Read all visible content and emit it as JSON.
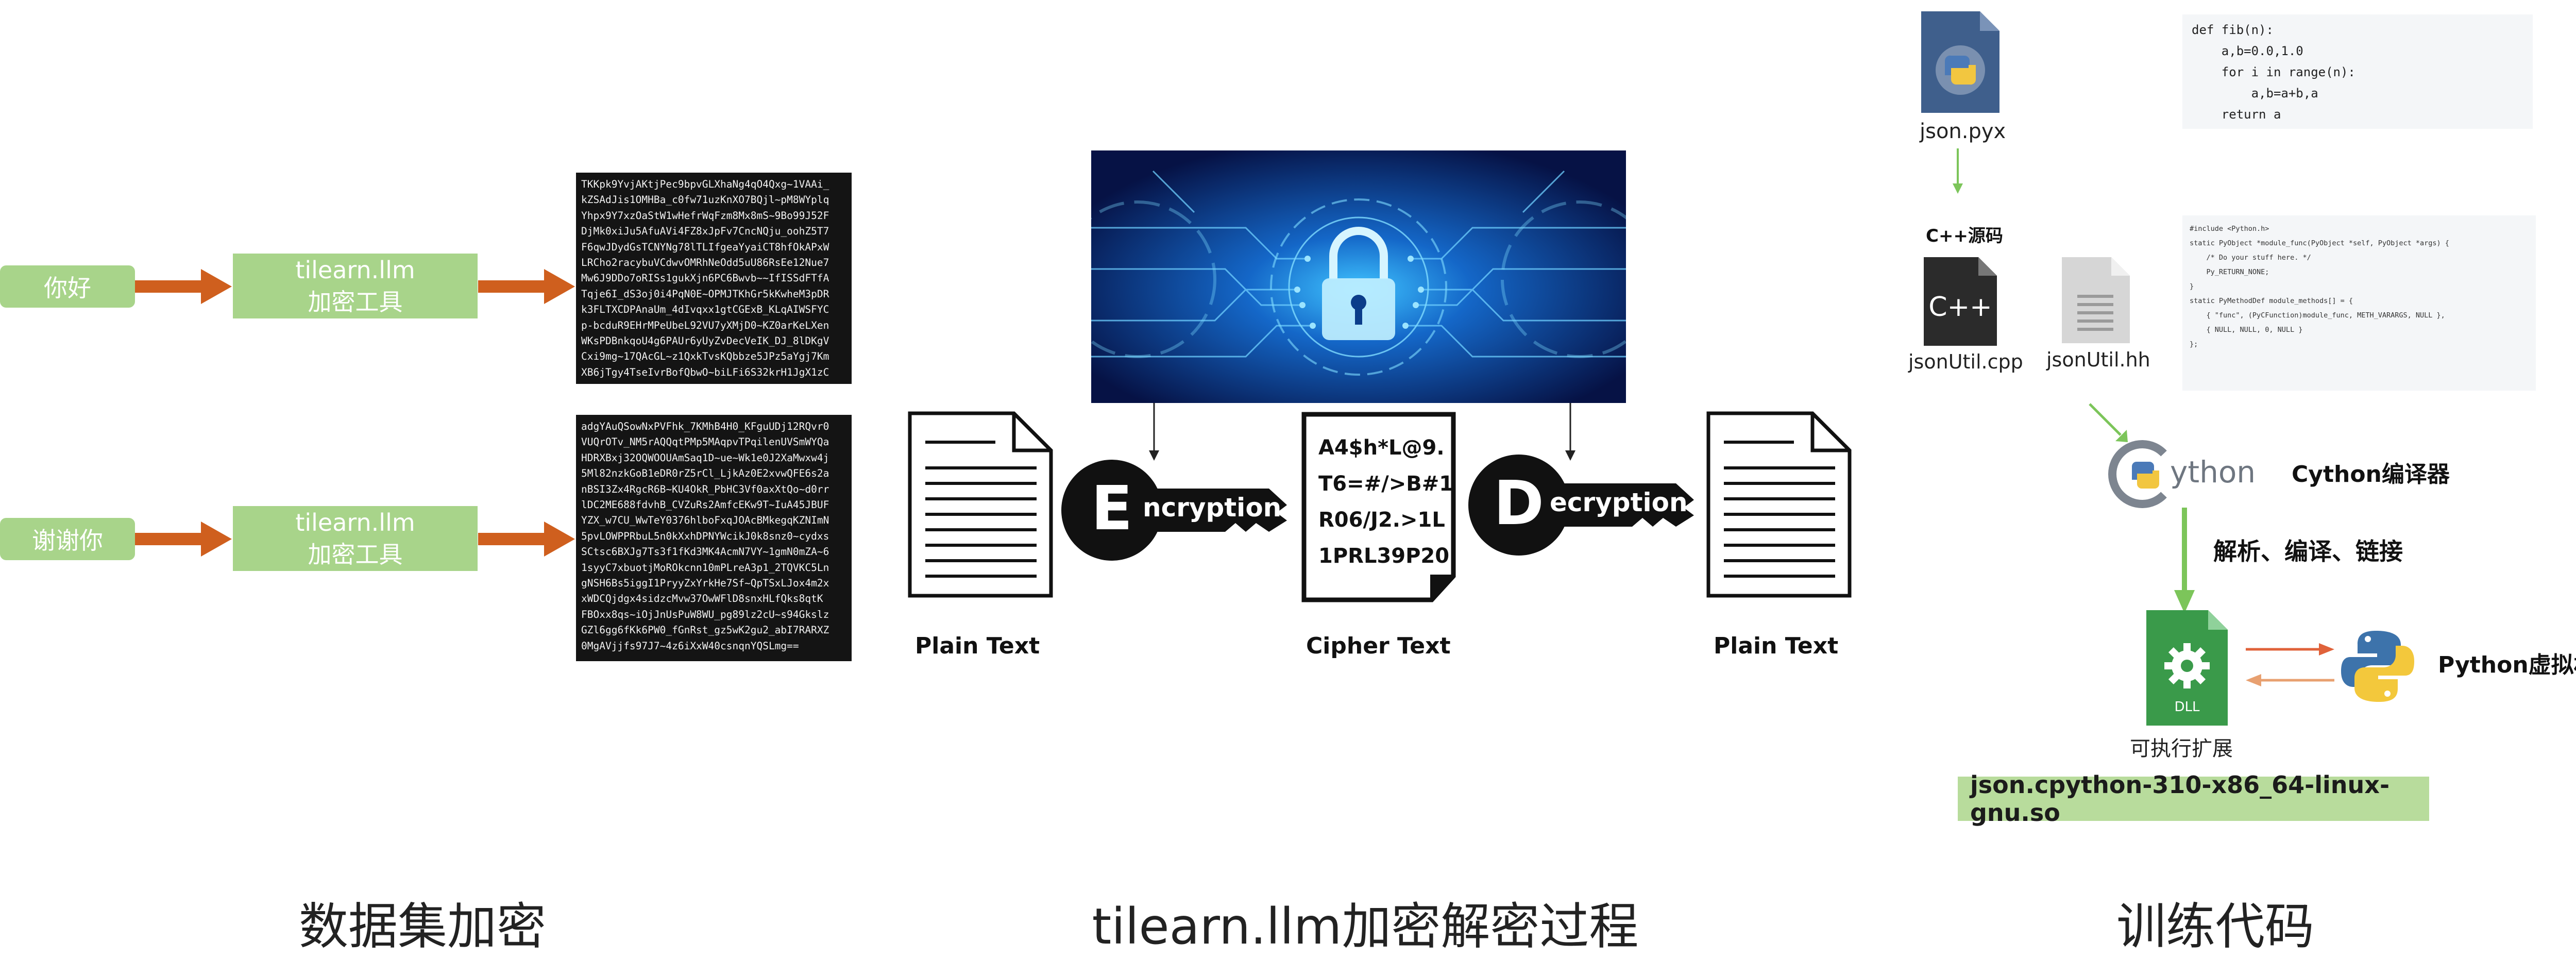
{
  "panel1": {
    "rows": [
      {
        "input": "你好",
        "tool_line1": "tilearn.llm",
        "tool_line2": "加密工具",
        "cipher": [
          "TKKpk9YvjAKtjPec9bpvGLXhaNg4qO4Qxg~1VAAi_",
          "kZSAdJis1OMHBa_c0fw71uzKnXO7BQjl~pM8WYplq",
          "Yhpx9Y7xzOaStW1wHefrWqFzm8Mx8mS~9Bo99J52F",
          "DjMk0xiJu5AfuAVi4FZ8xJpFv7CncNQju_oohZ5T7",
          "F6qwJDydGsTCNYNg78lTLIfgeaYyaiCT8hfOkAPxW",
          "LRCho2racybuVCdwvOMRhNeOdd5uU86RsEe12Nue7",
          "Mw6J9DDo7oRISs1gukXjn6PC6Bwvb~~IfISSdFTfA",
          "Tqje6I_dS3oj0i4PqN0E~OPMJTKhGr5kKwheM3pDR",
          "k3FLTXCDPAnaUm_4dIvqxx1gtCGExB_KLqAIWSFYC",
          "p-bcduR9EHrMPeUbeL92VU7yXMjD0~KZ0arKeLXen",
          "WKsPDBnkqoU4g6PAUr6yUyZvDecVeIK_DJ_8lDKgV",
          "Cxi9mg~17QAcGL~z1QxkTvsKQbbze5JPz5aYgj7Km",
          "XB6jTgy4TseIvrBofQbwO~biLFi6S32krH1JgX1zC"
        ]
      },
      {
        "input": "谢谢你",
        "tool_line1": "tilearn.llm",
        "tool_line2": "加密工具",
        "cipher": [
          "adgYAuQSowNxPVFhk_7KMhB4H0_KFguUDj12RQvr0",
          "VUQrOTv_NM5rAQQqtPMp5MAqpvTPqilenUVSmWYQa",
          "HDRXBxj32OQWOOUAmSaq1D~ue~Wk1e0J2XaMwxw4j",
          "5Ml82nzkGoB1eDR0rZ5rCl_LjkAz0E2xvwQFE6s2a",
          "nBSI3Zx4RgcR6B~KU4OkR_PbHC3Vf0axXtQo~d0rr",
          "lDC2ME688fdvhB_CVZuRs2AmfcEKw9T~IuA45JBUF",
          "YZX_w7CU_WwTeY0376hlboFxqJOAcBMkegqKZNImN",
          "5pvLOWPPRbuL5n0kXxhDPNYWcikJ0k8snz0~cydxs",
          "SCtsc6BXJg7Ts3f1fKd3MK4AcmN7VY~1gmN0mZA~6",
          "1syyC7xbuotjMoROkcnn10mPLreA3p1_2TQVKC5Ln",
          "gNSH6Bs5iggI1PryyZxYrkHe7Sf~QpTSxLJox4m2x",
          "xWDCQjdgx4sidzcMvw37OwWFlD8snxHLfQks8qtK",
          "FBOxx8qs~iOjJnUsPuW8WU_pg89lz2cU~s94Gkslz",
          "GZl6gg6fKk6PW0_fGnRst_gz5wK2gu2_abI7RARXZ",
          "0MgAVjjfs97J7~4z6iXxW40csnqnYQSLmg=="
        ]
      }
    ],
    "caption": "数据集加密"
  },
  "panel2": {
    "encryption_word": "Encryption",
    "decryption_word": "Decryption",
    "cipher_lines": [
      "A4$h*L@9.",
      "T6=#/>B#1",
      "R06/J2.>1L",
      "1PRL39P20"
    ],
    "plain_text_left": "Plain Text",
    "cipher_text": "Cipher Text",
    "plain_text_right": "Plain Text",
    "caption": "tilearn.llm加密解密过程",
    "colors": {
      "banner_dark": "#07134a",
      "banner_glow": "#38b8ff",
      "key_fill": "#111111"
    }
  },
  "panel3": {
    "pyx_label": "json.pyx",
    "fib_code": [
      "def fib(n):",
      "    a,b=0.0,1.0",
      "    for i in range(n):",
      "        a,b=a+b,a",
      "    return a"
    ],
    "cpp_source_label": "C++源码",
    "cpp_icon_text": "C++",
    "cpp_file": "jsonUtil.cpp",
    "hh_file": "jsonUtil.hh",
    "c_code": [
      "#include <Python.h>",
      "",
      "static PyObject *module_func(PyObject *self, PyObject *args) {",
      "    /* Do your stuff here. */",
      "    Py_RETURN_NONE;",
      "}",
      "",
      "static PyMethodDef module_methods[] = {",
      "    { \"func\", (PyCFunction)module_func, METH_VARARGS, NULL },",
      "    { NULL, NULL, 0, NULL }",
      "};"
    ],
    "cython_logo": "Cython",
    "cython_compiler": "Cython编译器",
    "steps": "解析、编译、链接",
    "dll_label": "DLL",
    "exec_ext": "可执行扩展",
    "python_vm": "Python虚拟机",
    "so_file": "json.cpython-310-x86_64-linux-gnu.so",
    "caption": "训练代码",
    "colors": {
      "arrow_green": "#7cc55a",
      "arrow_red": "#e0623a",
      "dll_green": "#3a9a4a"
    }
  }
}
